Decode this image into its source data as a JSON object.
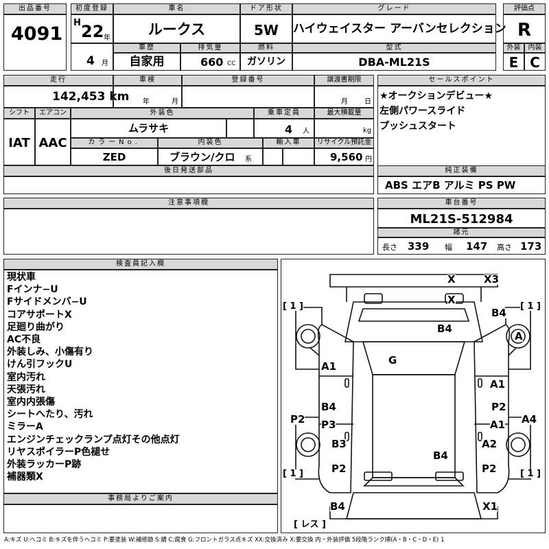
{
  "labels": {
    "lot": "出品番号",
    "first_reg": "初度登録",
    "car_name": "車名",
    "door": "ドア形状",
    "grade": "グレード",
    "score": "評価点",
    "history": "車歴",
    "displacement": "排気量",
    "fuel": "燃料",
    "model": "型式",
    "exterior": "外装",
    "interior": "内装",
    "mileage": "走行",
    "inspection": "車検",
    "registration": "登録番号",
    "transfer": "譲渡書期限",
    "sales_point": "セールスポイント",
    "shift": "シフト",
    "aircon": "エアコン",
    "ext_color": "外装色",
    "capacity": "乗車定員",
    "max_load": "最大積載量",
    "color_no": "カラーNo.",
    "int_color": "内装色",
    "import": "輸入車",
    "recycle": "リサイクル預託金",
    "later_parts": "後日発送部品",
    "equipment": "純正装備",
    "notes": "注意事項欄",
    "chassis": "車台番号",
    "dims": "諸元",
    "length": "長さ",
    "width": "幅",
    "height": "高さ",
    "inspector": "検査員記入欄",
    "office": "事務局よりご案内",
    "year": "年",
    "month": "月",
    "day": "日",
    "cc": "CC",
    "person": "人",
    "kg": "kg",
    "yen": "円",
    "kei": "系",
    "era": "H"
  },
  "lot": "4091",
  "year": "22",
  "month": "4",
  "car_name": "ルークス",
  "door": "5W",
  "grade": "ハイウェイスター アーバンセレクション",
  "score": "R",
  "history": "自家用",
  "displacement": "660",
  "fuel": "ガソリン",
  "model": "DBA-ML21S",
  "exterior_score": "E",
  "interior_score": "C",
  "mileage": "142,453 km",
  "sales_points": [
    "★オークションデビュー★",
    "左側パワースライド",
    "プッシュスタート"
  ],
  "shift": "IAT",
  "aircon": "AAC",
  "ext_color": "ムラサキ",
  "capacity": "4",
  "color_no": "ZED",
  "int_color": "ブラウン/クロ",
  "recycle": "9,560",
  "equipment": "ABS エアB アルミ PS PW",
  "chassis": "ML21S-512984",
  "length": "339",
  "width": "147",
  "height": "173",
  "inspector_notes": [
    "現状車",
    "Fインナ−U",
    "Fサイドメンバ−U",
    "コアサポートX",
    "足廻り曲がり",
    "AC不良",
    "外装しみ、小傷有り",
    "けん引フックU",
    "室内汚れ",
    "天張汚れ",
    "室内内張傷",
    "シートへたり、汚れ",
    "ミラーA",
    "エンジンチェックランプ点灯その他点灯",
    "リヤスポイラーP色褪せ",
    "外装ラッカーP跡",
    "補器類X"
  ],
  "diagram": {
    "marks": [
      "X",
      "X3",
      "X",
      "B4",
      "B4",
      "A",
      "G",
      "A1",
      "A1",
      "B4",
      "P2",
      "P2",
      "P3",
      "A1",
      "A4",
      "B3",
      "A2",
      "B4",
      "P2",
      "P2",
      "B4",
      "X1"
    ],
    "brackets": [
      "[ 1 ]",
      "[ 1 ]",
      "[ 1 ]",
      "[ 1 ]",
      "[ レス ]"
    ]
  },
  "legend": "A:キズ U:ヘコミ B:キズを伴うヘコミ P:要塗装 W:補修跡 S:錆 C:腐食 G:フロントガラス点キズ XX:交換済み X:要交換 内・外装評価 5段階ランク順(A・B・C・D・E) 1"
}
